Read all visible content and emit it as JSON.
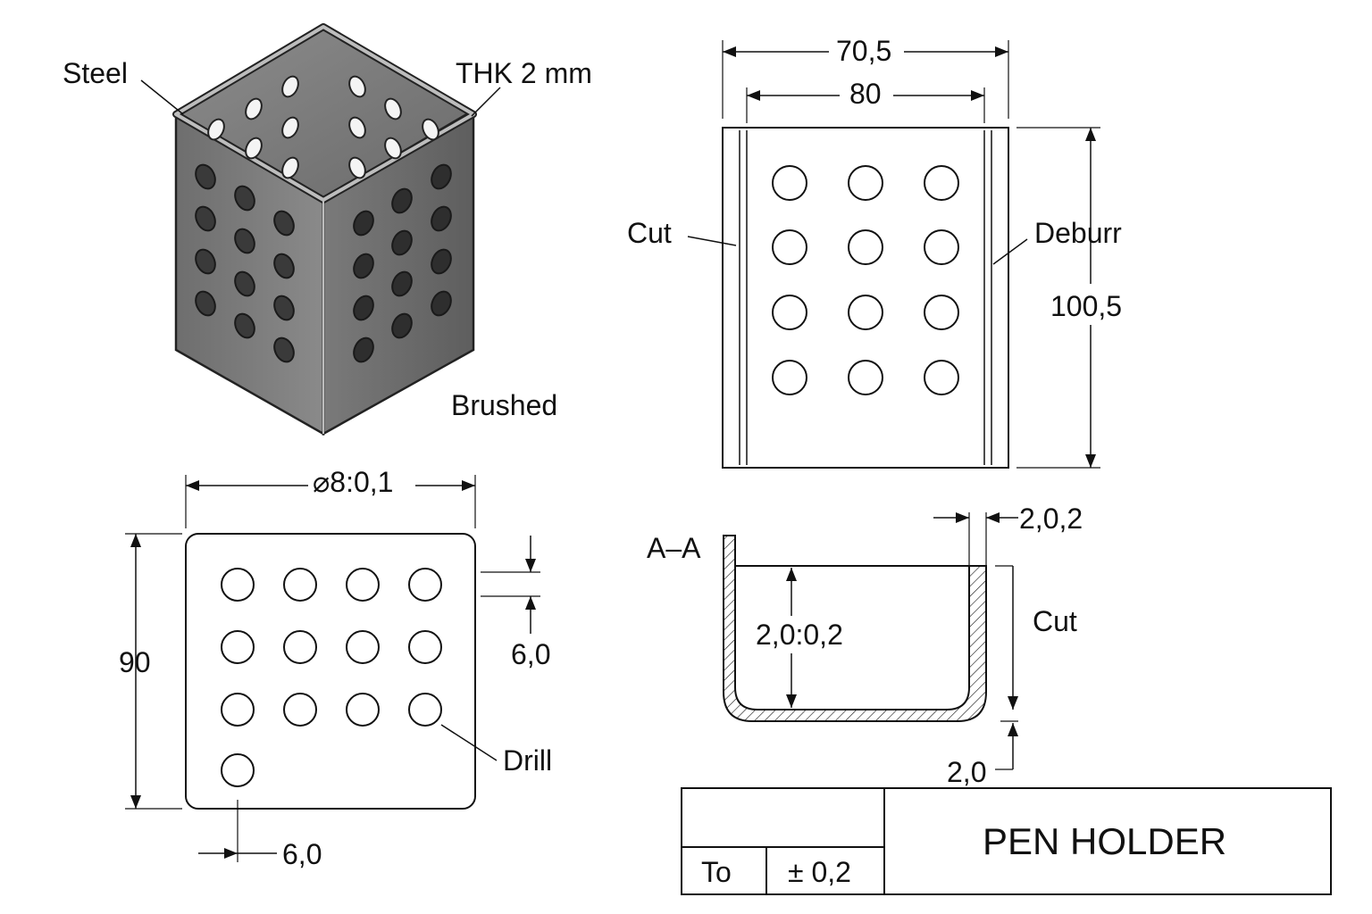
{
  "iso_view": {
    "labels": {
      "material": "Steel",
      "thickness": "THK 2 mm",
      "finish": "Brushed"
    }
  },
  "bottom_view": {
    "dims": {
      "hole_dia": "⌀8:0,1",
      "height": "90",
      "hole_spacing_right": "6,0",
      "edge_offset_bottom": "6,0"
    },
    "labels": {
      "drill": "Drill"
    }
  },
  "side_view": {
    "dims": {
      "outer_width": "70,5",
      "inner_width": "80",
      "height": "100,5"
    },
    "labels": {
      "cut": "Cut",
      "deburr": "Deburr"
    }
  },
  "section_view": {
    "title": "A–A",
    "dims": {
      "wall": "2,0,2",
      "depth": "2,0:0,2",
      "bottom": "2,0"
    },
    "labels": {
      "cut": "Cut"
    }
  },
  "title_block": {
    "tol_label": "To",
    "tol_value": "± 0,2",
    "title": "PEN HOLDER"
  }
}
